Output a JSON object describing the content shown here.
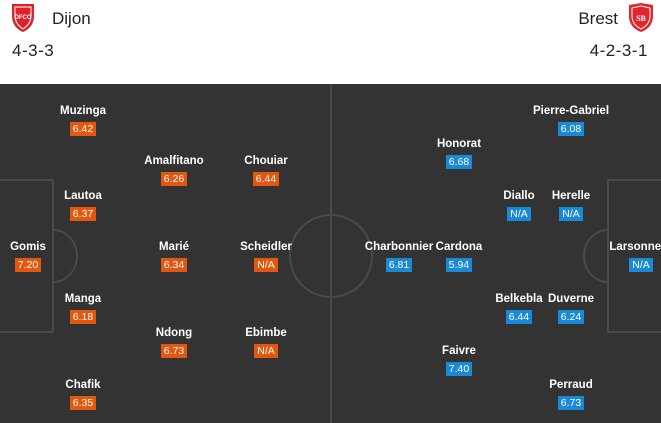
{
  "home": {
    "name": "Dijon",
    "formation": "4-3-3",
    "crest_icon": "dijon-fco-crest-icon",
    "crest_text": "DFCO",
    "color": "#e4570f",
    "players": [
      {
        "name": "Gomis",
        "rating": "7.20"
      },
      {
        "name": "Chafik",
        "rating": "6.35"
      },
      {
        "name": "Manga",
        "rating": "6.18"
      },
      {
        "name": "Lautoa",
        "rating": "6.37"
      },
      {
        "name": "Muzinga",
        "rating": "6.42"
      },
      {
        "name": "Ndong",
        "rating": "6.73"
      },
      {
        "name": "Marié",
        "rating": "6.34"
      },
      {
        "name": "Amalfitano",
        "rating": "6.26"
      },
      {
        "name": "Ebimbe",
        "rating": "N/A"
      },
      {
        "name": "Scheidler",
        "rating": "N/A"
      },
      {
        "name": "Chouiar",
        "rating": "6.44"
      }
    ]
  },
  "away": {
    "name": "Brest",
    "formation": "4-2-3-1",
    "crest_icon": "stade-brestois-crest-icon",
    "crest_text": "SB",
    "color": "#1a8ad8",
    "players": [
      {
        "name": "Larsonneur",
        "rating": "N/A"
      },
      {
        "name": "Perraud",
        "rating": "6.73"
      },
      {
        "name": "Duverne",
        "rating": "6.24"
      },
      {
        "name": "Herelle",
        "rating": "N/A"
      },
      {
        "name": "Pierre-Gabriel",
        "rating": "6.08"
      },
      {
        "name": "Belkebla",
        "rating": "6.44"
      },
      {
        "name": "Diallo",
        "rating": "N/A"
      },
      {
        "name": "Faivre",
        "rating": "7.40"
      },
      {
        "name": "Cardona",
        "rating": "5.94"
      },
      {
        "name": "Honorat",
        "rating": "6.68"
      },
      {
        "name": "Charbonnier",
        "rating": "6.81"
      }
    ]
  }
}
